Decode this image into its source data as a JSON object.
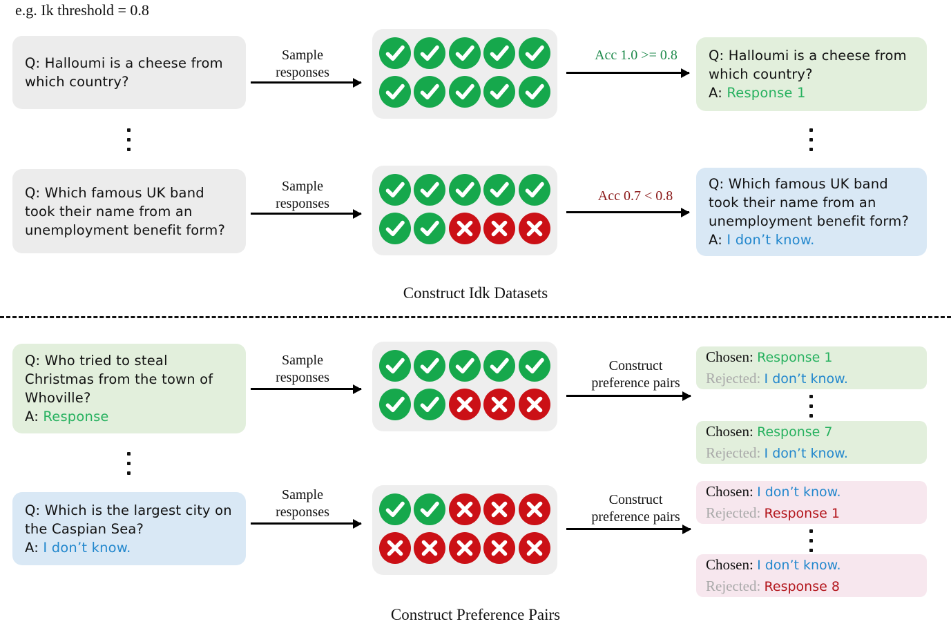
{
  "header": {
    "note": "e.g. Ik threshold = 0.8"
  },
  "colors": {
    "check_green": "#16a84c",
    "cross_red": "#cb1016",
    "answer_green": "#27b15f",
    "answer_blue": "#2287cd",
    "answer_red": "#b3151b",
    "panel_gray": "#ececec",
    "panel_green": "#e2efdc",
    "panel_blue": "#d9e8f5",
    "card_pink": "#f7e7ee",
    "grid_bg": "#eeeeee",
    "acc_pass": "#1f8a4c",
    "acc_fail": "#8b1a1a"
  },
  "section_top": {
    "caption": "Construct Idk Datasets",
    "rows": [
      {
        "question": "Q: Halloumi is a cheese from\nwhich country?",
        "arrow_label": "Sample\nresponses",
        "marks": [
          "ok",
          "ok",
          "ok",
          "ok",
          "ok",
          "ok",
          "ok",
          "ok",
          "ok",
          "ok"
        ],
        "acc_label": "Acc 1.0 >= 0.8",
        "acc_state": "pass",
        "output_question": "Q: Halloumi is a cheese from\nwhich country?",
        "output_answer_prefix": "A: ",
        "output_answer": "Response 1",
        "output_answer_color": "green",
        "output_panel": "green"
      },
      {
        "question": "Q: Which famous UK band\ntook their name from an\nunemployment benefit form?",
        "arrow_label": "Sample\nresponses",
        "marks": [
          "ok",
          "ok",
          "ok",
          "ok",
          "ok",
          "ok",
          "ok",
          "no",
          "no",
          "no"
        ],
        "acc_label": "Acc 0.7 < 0.8",
        "acc_state": "fail",
        "output_question": "Q: Which famous UK band\ntook their name from an\nunemployment benefit form?",
        "output_answer_prefix": "A: ",
        "output_answer": "I don’t know.",
        "output_answer_color": "blue",
        "output_panel": "blue"
      }
    ]
  },
  "section_bottom": {
    "caption": "Construct Preference Pairs",
    "rows": [
      {
        "question": "Q: Who tried to steal\nChristmas from the town of\nWhoville?",
        "answer_prefix": "A: ",
        "answer": "Response",
        "answer_color": "green",
        "panel": "green",
        "arrow_label": "Sample\nresponses",
        "marks": [
          "ok",
          "ok",
          "ok",
          "ok",
          "ok",
          "ok",
          "ok",
          "no",
          "no",
          "no"
        ],
        "pair_arrow_label": "Construct\npreference pairs",
        "pairs": [
          {
            "card": "green",
            "chosen_label": "Chosen: ",
            "chosen_value": "Response 1",
            "chosen_color": "green",
            "rejected_label": "Rejected: ",
            "rejected_value": "I don’t know.",
            "rejected_color": "blue"
          },
          {
            "card": "green",
            "chosen_label": "Chosen: ",
            "chosen_value": "Response 7",
            "chosen_color": "green",
            "rejected_label": "Rejected: ",
            "rejected_value": "I don’t know.",
            "rejected_color": "blue"
          }
        ]
      },
      {
        "question": "Q: Which is the largest city on\nthe Caspian Sea?",
        "answer_prefix": "A: ",
        "answer": "I don’t know.",
        "answer_color": "blue",
        "panel": "blue",
        "arrow_label": "Sample\nresponses",
        "marks": [
          "ok",
          "ok",
          "no",
          "no",
          "no",
          "no",
          "no",
          "no",
          "no",
          "no"
        ],
        "pair_arrow_label": "Construct\npreference pairs",
        "pairs": [
          {
            "card": "pink",
            "chosen_label": "Chosen: ",
            "chosen_value": "I don’t know.",
            "chosen_color": "blue",
            "rejected_label": "Rejected: ",
            "rejected_value": "Response 1",
            "rejected_color": "red"
          },
          {
            "card": "pink",
            "chosen_label": "Chosen: ",
            "chosen_value": "I don’t know.",
            "chosen_color": "blue",
            "rejected_label": "Rejected: ",
            "rejected_value": "Response 8",
            "rejected_color": "red"
          }
        ]
      }
    ]
  },
  "icons": {
    "check": "check-circle-icon",
    "cross": "cross-circle-icon",
    "ellipsis": "vertical-ellipsis-icon",
    "arrow": "arrow-right-icon"
  }
}
